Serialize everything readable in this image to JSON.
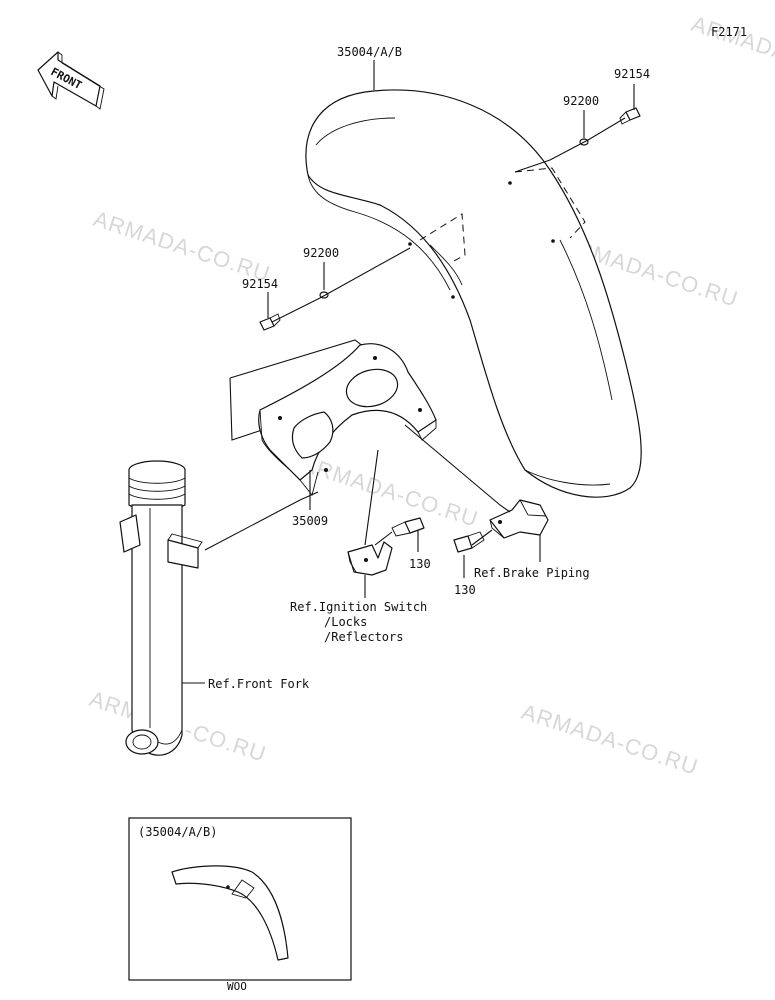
{
  "figure_code": "F2171",
  "front_label": "FRONT",
  "watermarks": [
    "ARMADA-CO.RU",
    "ARMADA-CO.RU",
    "ARMADA-CO.RU",
    "ARMADA-CO.RU",
    "ARMADA-CO.RU",
    "ARMADA-CO.RU"
  ],
  "parts": {
    "fender": "35004/A/B",
    "bolt_right": "92154",
    "washer_right": "92200",
    "washer_left": "92200",
    "bolt_left": "92154",
    "bracket": "35009",
    "bolt_center": "130",
    "bolt_lower": "130"
  },
  "refs": {
    "brake_piping": "Ref.Brake Piping",
    "ignition_line1": "Ref.Ignition Switch",
    "ignition_line2": "/Locks",
    "ignition_line3": "/Reflectors",
    "front_fork": "Ref.Front Fork"
  },
  "inset": {
    "title": "(35004/A/B)",
    "caption": "WOO"
  }
}
